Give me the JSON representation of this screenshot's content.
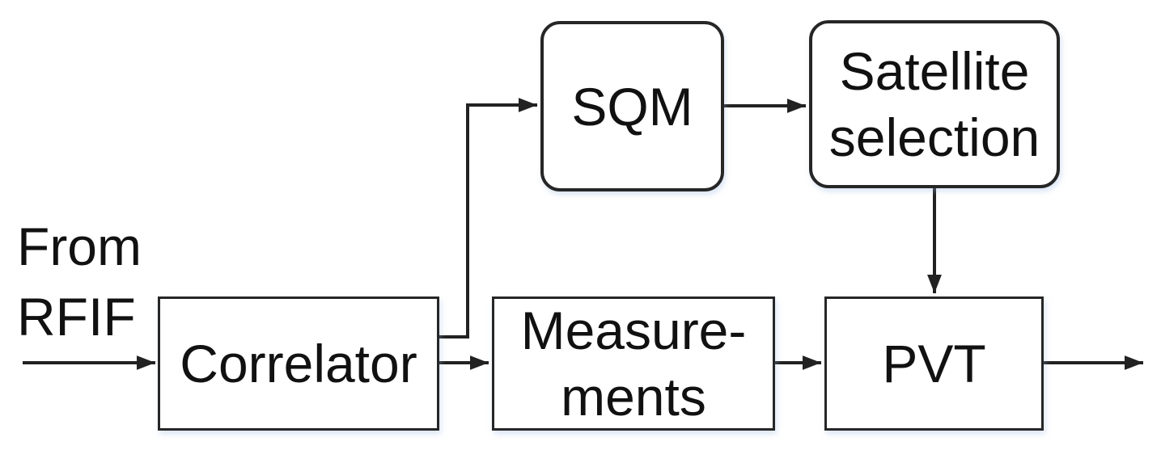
{
  "background": "#ffffff",
  "stroke_color": "#222222",
  "text_color": "#111111",
  "source_label": {
    "line1": "From",
    "line2": "RFIF"
  },
  "blocks": {
    "correlator": {
      "label": "Correlator",
      "shape": "rectangle"
    },
    "measurements": {
      "line1": "Measure-",
      "line2": "ments",
      "shape": "rectangle"
    },
    "pvt": {
      "label": "PVT",
      "shape": "rectangle"
    },
    "sqm": {
      "label": "SQM",
      "shape": "rounded"
    },
    "satellite_selection": {
      "line1": "Satellite",
      "line2": "selection",
      "shape": "rounded"
    }
  },
  "connections": [
    {
      "from": "From RFIF",
      "to": "Correlator"
    },
    {
      "from": "Correlator",
      "to": "SQM"
    },
    {
      "from": "Correlator",
      "to": "Measurements"
    },
    {
      "from": "SQM",
      "to": "Satellite selection"
    },
    {
      "from": "Satellite selection",
      "to": "PVT"
    },
    {
      "from": "Measurements",
      "to": "PVT"
    },
    {
      "from": "PVT",
      "to": "output"
    }
  ]
}
